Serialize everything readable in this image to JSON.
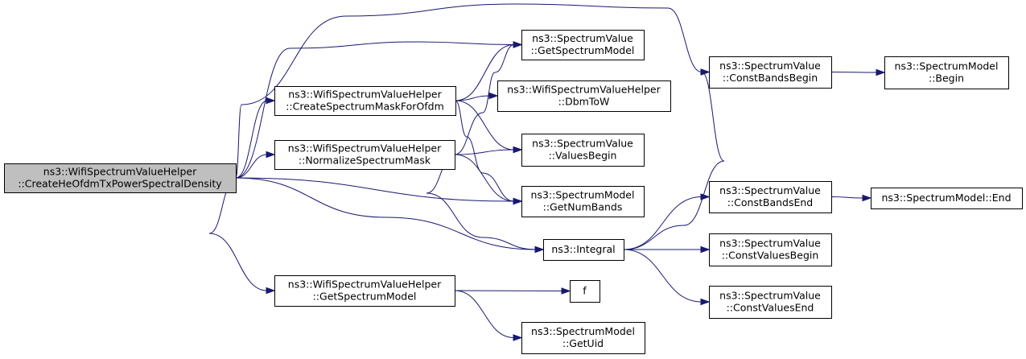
{
  "nodes": [
    {
      "id": "root",
      "lines": [
        "ns3::WifiSpectrumValueHelper",
        "::CreateHeOfdmTxPowerSpectralDensity"
      ],
      "highlighted": true
    },
    {
      "id": "mask",
      "lines": [
        "ns3::WifiSpectrumValueHelper",
        "::CreateSpectrumMaskForOfdm"
      ]
    },
    {
      "id": "norm",
      "lines": [
        "ns3::WifiSpectrumValueHelper",
        "::NormalizeSpectrumMask"
      ]
    },
    {
      "id": "wgsm",
      "lines": [
        "ns3::WifiSpectrumValueHelper",
        "::GetSpectrumModel"
      ]
    },
    {
      "id": "svgsm",
      "lines": [
        "ns3::SpectrumValue",
        "::GetSpectrumModel"
      ]
    },
    {
      "id": "dbm",
      "lines": [
        "ns3::WifiSpectrumValueHelper",
        "::DbmToW"
      ]
    },
    {
      "id": "vb",
      "lines": [
        "ns3::SpectrumValue",
        "::ValuesBegin"
      ]
    },
    {
      "id": "gnb",
      "lines": [
        "ns3::SpectrumModel",
        "::GetNumBands"
      ]
    },
    {
      "id": "integral",
      "lines": [
        "ns3::Integral"
      ]
    },
    {
      "id": "f",
      "lines": [
        "f"
      ]
    },
    {
      "id": "uid",
      "lines": [
        "ns3::SpectrumModel",
        "::GetUid"
      ]
    },
    {
      "id": "cbb",
      "lines": [
        "ns3::SpectrumValue",
        "::ConstBandsBegin"
      ]
    },
    {
      "id": "cbe",
      "lines": [
        "ns3::SpectrumValue",
        "::ConstBandsEnd"
      ]
    },
    {
      "id": "cvb",
      "lines": [
        "ns3::SpectrumValue",
        "::ConstValuesBegin"
      ]
    },
    {
      "id": "cve",
      "lines": [
        "ns3::SpectrumValue",
        "::ConstValuesEnd"
      ]
    },
    {
      "id": "smb",
      "lines": [
        "ns3::SpectrumModel",
        "::Begin"
      ]
    },
    {
      "id": "sme",
      "lines": [
        "ns3::SpectrumModel::End"
      ]
    }
  ],
  "edges": [
    [
      "root",
      "mask"
    ],
    [
      "root",
      "norm"
    ],
    [
      "root",
      "wgsm"
    ],
    [
      "root",
      "svgsm"
    ],
    [
      "root",
      "gnb"
    ],
    [
      "root",
      "integral"
    ],
    [
      "root",
      "cbb"
    ],
    [
      "mask",
      "svgsm"
    ],
    [
      "mask",
      "dbm"
    ],
    [
      "mask",
      "vb"
    ],
    [
      "mask",
      "gnb"
    ],
    [
      "norm",
      "svgsm"
    ],
    [
      "norm",
      "vb"
    ],
    [
      "norm",
      "gnb"
    ],
    [
      "norm",
      "integral"
    ],
    [
      "wgsm",
      "f"
    ],
    [
      "wgsm",
      "uid"
    ],
    [
      "integral",
      "cbb"
    ],
    [
      "integral",
      "cbe"
    ],
    [
      "integral",
      "cvb"
    ],
    [
      "integral",
      "cve"
    ],
    [
      "cbb",
      "smb"
    ],
    [
      "cbe",
      "sme"
    ]
  ],
  "colors": {
    "edge": "#191970",
    "highlight_fill": "#bfbfbf",
    "node_fill": "#ffffff"
  }
}
